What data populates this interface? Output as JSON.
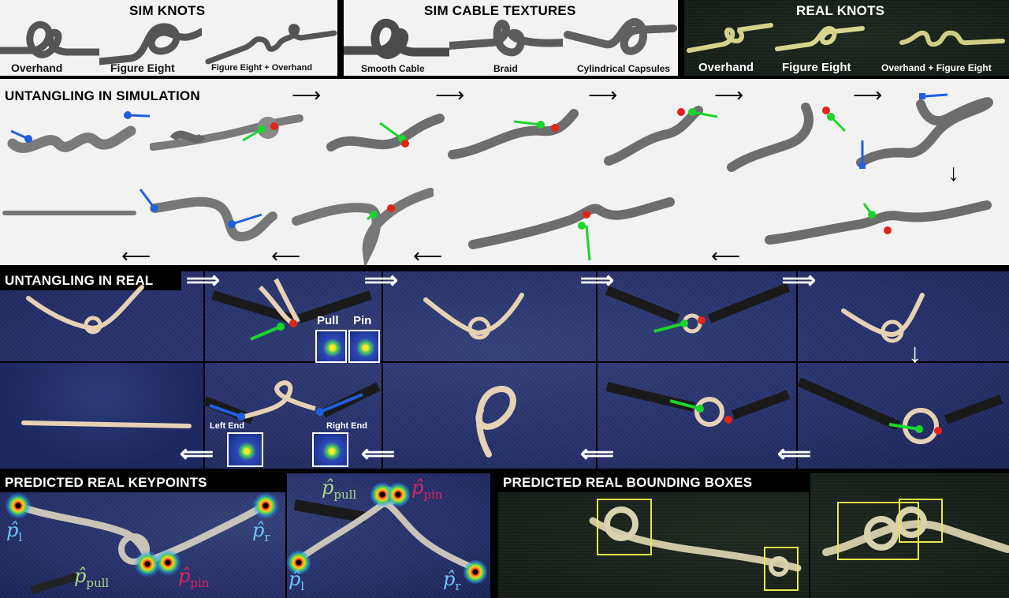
{
  "sections": {
    "sim_knots": "SIM KNOTS",
    "sim_textures": "SIM CABLE TEXTURES",
    "real_knots": "REAL KNOTS",
    "untangling_sim": "UNTANGLING IN SIMULATION",
    "untangling_real": "UNTANGLING IN REAL",
    "pred_keypoints": "PREDICTED REAL KEYPOINTS",
    "pred_bboxes": "PREDICTED REAL BOUNDING BOXES"
  },
  "captions": {
    "sim_knots": [
      "Overhand",
      "Figure Eight",
      "Figure Eight + Overhand"
    ],
    "sim_textures": [
      "Smooth Cable",
      "Braid",
      "Cylindrical Capsules"
    ],
    "real_knots": [
      "Overhand",
      "Figure Eight",
      "Overhand + Figure Eight"
    ]
  },
  "real_labels": {
    "pull": "Pull",
    "pin": "Pin",
    "left_end": "Left End",
    "right_end": "Right End"
  },
  "keypoint_labels": {
    "p_hat": "p̂",
    "sub_l": "l",
    "sub_r": "r",
    "sub_pull": "pull",
    "sub_pin": "pin"
  },
  "arrows": {
    "right": "⟶",
    "left": "⟵",
    "down": "↓",
    "right_bold": "⟹",
    "left_bold": "⟸"
  },
  "colors": {
    "pull_marker": "#19d62a",
    "pin_marker": "#e02418",
    "endpoint_marker": "#1f5fe0",
    "bbox": "#e8e84a",
    "label_pull": "#a8d98a",
    "label_pin": "#e0245e",
    "label_ends": "#6fc6ff"
  }
}
